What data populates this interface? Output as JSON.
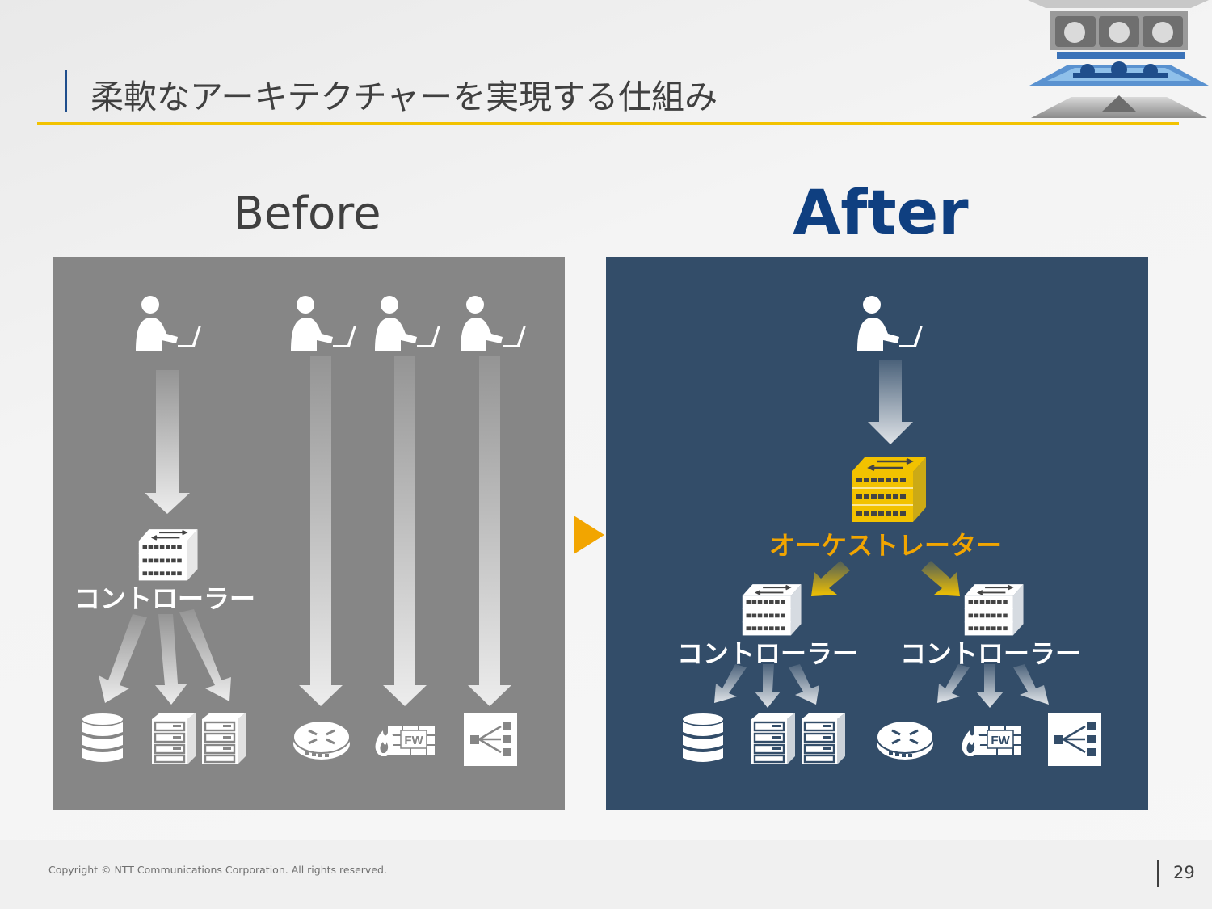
{
  "slide": {
    "title": "柔軟なアーキテクチャーを実現する仕組み",
    "before_label": "Before",
    "after_label": "After"
  },
  "before": {
    "controller_label": "コントローラー"
  },
  "after": {
    "orchestrator_label": "オーケストレーター",
    "controller_left_label": "コントローラー",
    "controller_right_label": "コントローラー"
  },
  "icons": {
    "fw_text": "FW"
  },
  "footer": {
    "copyright": "Copyright © NTT Communications Corporation. All rights reserved.",
    "page_number": "29"
  },
  "colors": {
    "accent_yellow": "#f2c200",
    "orchestrator": "#f2a500",
    "after_panel": "#334d69",
    "before_panel": "#868686",
    "title_blue": "#0f3f80"
  }
}
